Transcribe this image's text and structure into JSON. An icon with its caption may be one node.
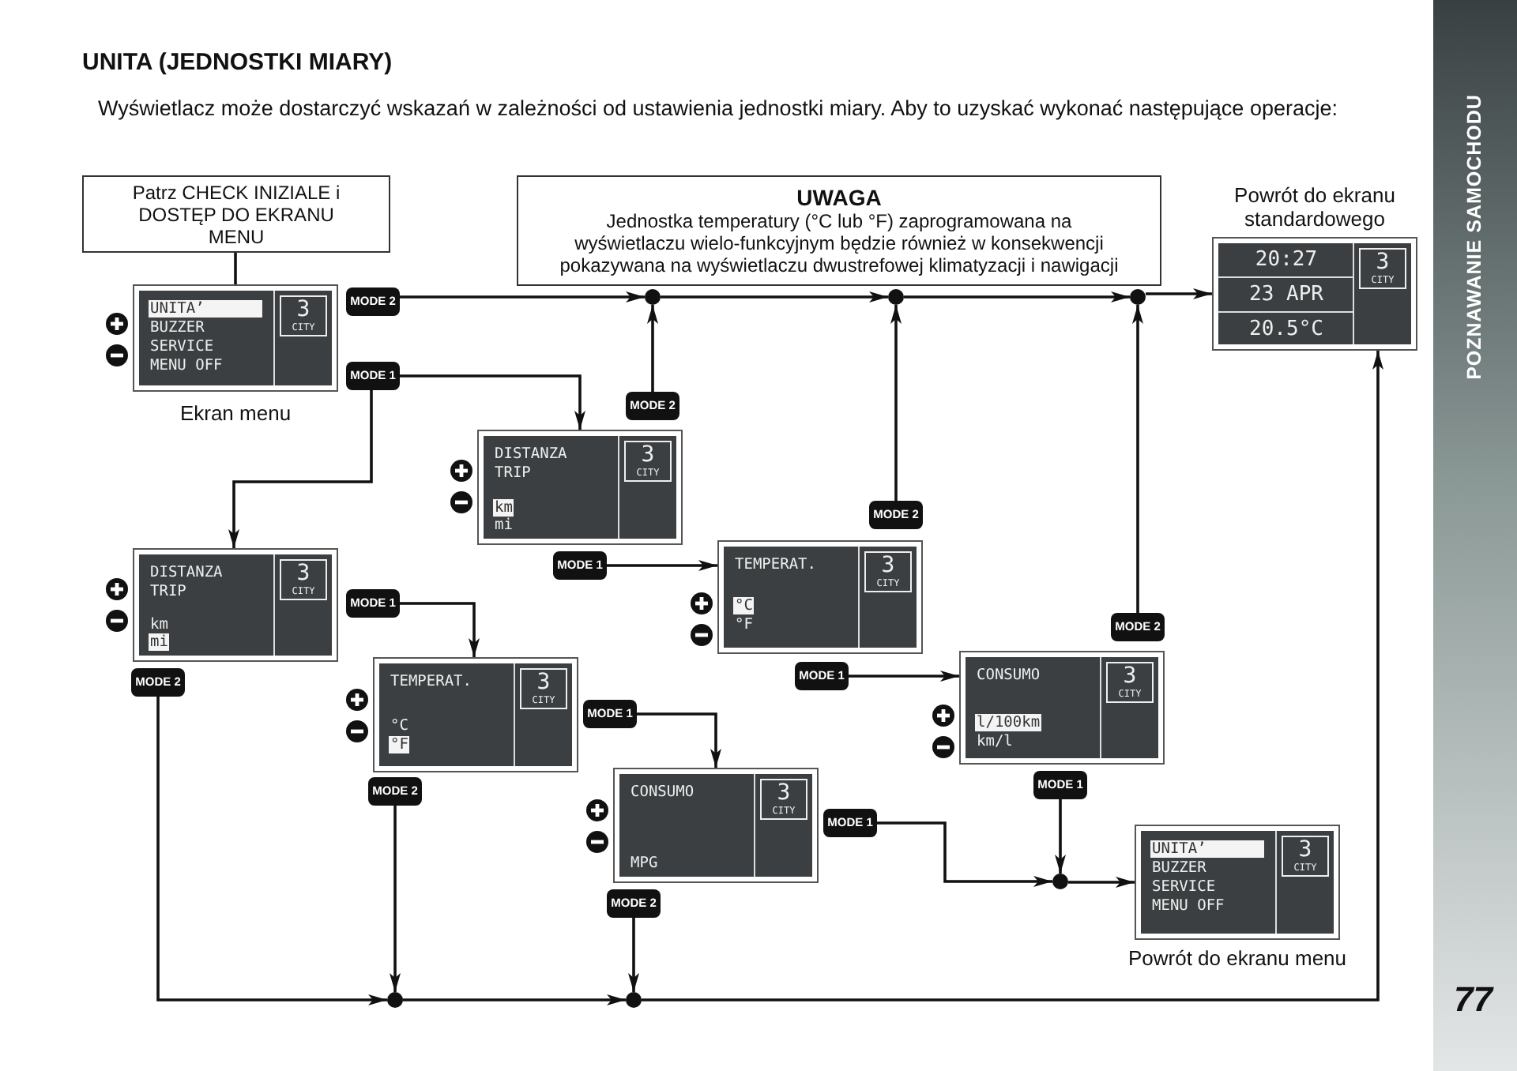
{
  "diagram": {
    "title": "UNITA (JEDNOSTKI MIARY)",
    "nodes": [
      {
        "text": [
          "Patrz CHECK INIZIALE i DOSTĘP DO EKRANU MENU"
        ]
      },
      {
        "text": [
          "UWAGA",
          "Jednostka temperatury (°C lub °F) zaprogramowana na wyświetlaczu wielo-funkcyjnym będzie również w konsekwencji pokazywana na wyświetlaczu dwustrefowej klimatyzacji i nawigacji"
        ]
      },
      {
        "text": [
          "UNITA’",
          "BUZZER",
          "SERVICE",
          "MENU OFF",
          "3",
          "CITY"
        ],
        "beside": [
          "Ekran menu"
        ]
      },
      {
        "text": [
          "MODE 2"
        ]
      },
      {
        "text": [
          "MODE 1"
        ]
      },
      {
        "text": [
          "DISTANZA",
          "TRIP",
          "km",
          "mi",
          "3",
          "CITY"
        ]
      },
      {
        "text": [
          "MODE 2"
        ]
      },
      {
        "text": [
          "MODE 1"
        ]
      },
      {
        "text": [
          "TEMPERAT.",
          "°C",
          "°F",
          "3",
          "CITY"
        ]
      },
      {
        "text": [
          "MODE 2"
        ]
      },
      {
        "text": [
          "MODE 1"
        ]
      },
      {
        "text": [
          "CONSUMO",
          "l/100km",
          "km/l",
          "3",
          "CITY"
        ]
      },
      {
        "text": [
          "MODE 2"
        ]
      },
      {
        "text": [
          "MODE 1"
        ]
      },
      {
        "text": [
          "DISTANZA",
          "TRIP",
          "km",
          "mi",
          "3",
          "CITY"
        ]
      },
      {
        "text": [
          "MODE 1"
        ]
      },
      {
        "text": [
          "MODE 2"
        ]
      },
      {
        "text": [
          "TEMPERAT.",
          "°C",
          "°F",
          "3",
          "CITY"
        ]
      },
      {
        "text": [
          "MODE 2"
        ]
      },
      {
        "text": [
          "MODE 1"
        ]
      },
      {
        "text": [
          "CONSUMO",
          "MPG",
          "3",
          "CITY"
        ]
      },
      {
        "text": [
          "MODE 1"
        ]
      },
      {
        "text": [
          "MODE 2"
        ]
      },
      {
        "text": [
          "UNITA’",
          "BUZZER",
          "SERVICE",
          "MENU OFF",
          "3",
          "CITY"
        ],
        "beside": [
          "Powrót do ekranu menu"
        ]
      },
      {
        "text": [
          "20:27",
          "23 APR",
          "20.5°C",
          "3",
          "CITY"
        ],
        "beside": [
          "Powrót do ekranu standardowego"
        ]
      },
      {
        "text": [],
        "shape": "circle"
      },
      {
        "text": [],
        "shape": "circle"
      },
      {
        "text": [],
        "shape": "circle"
      },
      {
        "text": [],
        "shape": "circle"
      },
      {
        "text": [],
        "shape": "circle"
      },
      {
        "text": [],
        "shape": "circle"
      }
    ],
    "edges": [
      {
        "from": 0,
        "to": 2,
        "arrow": "none"
      },
      {
        "from": 3,
        "to": 25,
        "arrow": "to"
      },
      {
        "from": 6,
        "to": 25,
        "arrow": "to"
      },
      {
        "from": 25,
        "to": 26,
        "arrow": "to"
      },
      {
        "from": 26,
        "to": 27,
        "arrow": "to"
      },
      {
        "from": 27,
        "to": 24,
        "arrow": "to"
      },
      {
        "from": 9,
        "to": 26,
        "arrow": "to"
      },
      {
        "from": 12,
        "to": 27,
        "arrow": "to"
      },
      {
        "from": 4,
        "to": 5,
        "arrow": "to"
      },
      {
        "from": 4,
        "to": 14,
        "arrow": "to"
      },
      {
        "from": 7,
        "to": 8,
        "arrow": "to"
      },
      {
        "from": 10,
        "to": 11,
        "arrow": "to"
      },
      {
        "from": 15,
        "to": 17,
        "arrow": "to"
      },
      {
        "from": 19,
        "to": 20,
        "arrow": "to"
      },
      {
        "from": 21,
        "to": 28,
        "arrow": "to"
      },
      {
        "from": 13,
        "to": 28,
        "arrow": "to"
      },
      {
        "from": 28,
        "to": 23,
        "arrow": "to"
      },
      {
        "from": 16,
        "to": 29,
        "arrow": "to"
      },
      {
        "from": 18,
        "to": 29,
        "arrow": "to"
      },
      {
        "from": 29,
        "to": 30,
        "arrow": "to"
      },
      {
        "from": 22,
        "to": 30,
        "arrow": "to"
      },
      {
        "from": 30,
        "to": 24,
        "arrow": "to"
      }
    ],
    "labels": [
      "Wyświetlacz może dostarczyć wskazań w zależności od ustawienia jednostki miary. Aby to uzyskać wykonać następujące operacje:",
      "POZNAWANIE SAMOCHODU",
      "77"
    ]
  }
}
